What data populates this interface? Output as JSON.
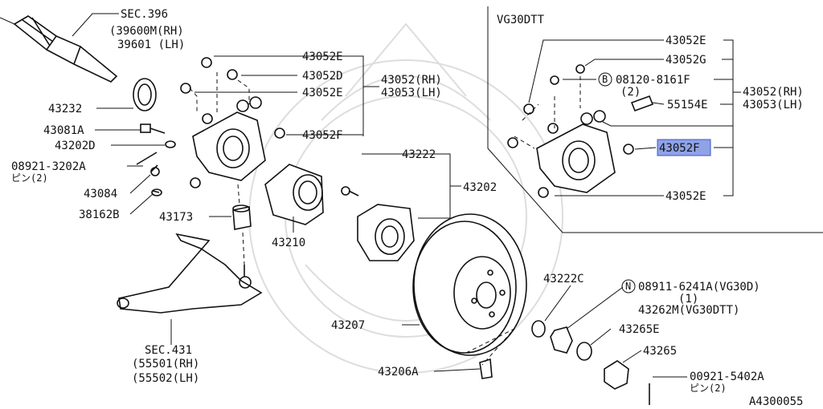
{
  "variant": "VG30DTT",
  "figure_code": "A4300055",
  "labels": {
    "sec396": "SEC.396",
    "l39600m": "(39600M(RH)",
    "l39601": "39601 (LH)",
    "p43232": "43232",
    "p43081a": "43081A",
    "p43202d": "43202D",
    "p08921_3202a": "08921-3202A",
    "pin2_a": "ピン(2)",
    "p43084": "43084",
    "p38162b": "38162B",
    "p43173": "43173",
    "p43052e_1": "43052E",
    "p43052d": "43052D",
    "p43052e_2": "43052E",
    "p43052f_1": "43052F",
    "p43052rh_l": "43052(RH)",
    "p43053lh_l": "43053(LH)",
    "p43210": "43210",
    "p43222": "43222",
    "p43202": "43202",
    "sec431": "SEC.431",
    "p55501": "(55501(RH)",
    "p55502": "(55502(LH)",
    "p43207": "43207",
    "p43206a": "43206A",
    "p43222c": "43222C",
    "p08911": "08911-6241A(VG30D)",
    "p08911_qty": "(1)",
    "p43262m": "43262M(VG30DTT)",
    "p43265e": "43265E",
    "p43265": "43265",
    "p00921": "00921-5402A",
    "pin2_b": "ピン(2)",
    "r43052e_1": "43052E",
    "r43052g": "43052G",
    "r08120": "08120-8161F",
    "r08120_qty": "(2)",
    "r55154e": "55154E",
    "r43052f": "43052F",
    "r43052e_2": "43052E",
    "r43052rh": "43052(RH)",
    "r43053lh": "43053(LH)",
    "marker_b": "B",
    "marker_n": "N"
  }
}
